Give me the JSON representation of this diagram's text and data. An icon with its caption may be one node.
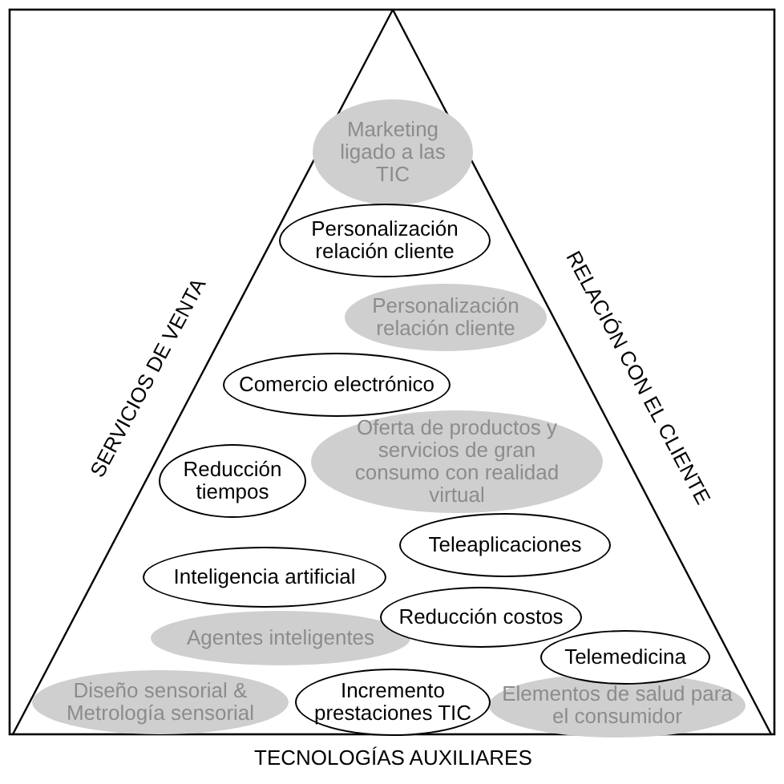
{
  "diagram": {
    "nodes": [
      {
        "text": [
          "Marketing ligado a las TIC"
        ]
      },
      {
        "text": [
          "Personalización relación cliente"
        ]
      },
      {
        "text": [
          "Personalización relación cliente"
        ]
      },
      {
        "text": [
          "Comercio electrónico"
        ]
      },
      {
        "text": [
          "Oferta de productos y servicios de gran consumo con realidad virtual"
        ]
      },
      {
        "text": [
          "Reducción tiempos"
        ]
      },
      {
        "text": [
          "Teleaplicaciones"
        ]
      },
      {
        "text": [
          "Inteligencia artificial"
        ]
      },
      {
        "text": [
          "Agentes inteligentes"
        ]
      },
      {
        "text": [
          "Reducción costos"
        ]
      },
      {
        "text": [
          "Telemedicina"
        ]
      },
      {
        "text": [
          "Diseño sensorial & Metrología sensorial"
        ]
      },
      {
        "text": [
          "Incremento prestaciones TIC"
        ]
      },
      {
        "text": [
          "Elementos de salud para el consumidor"
        ]
      }
    ],
    "edges": [],
    "labels": [
      "SERVICIOS DE VENTA",
      "RELACIÓN CON EL CLIENTE",
      "TECNOLOGÍAS AUXILIARES"
    ]
  }
}
